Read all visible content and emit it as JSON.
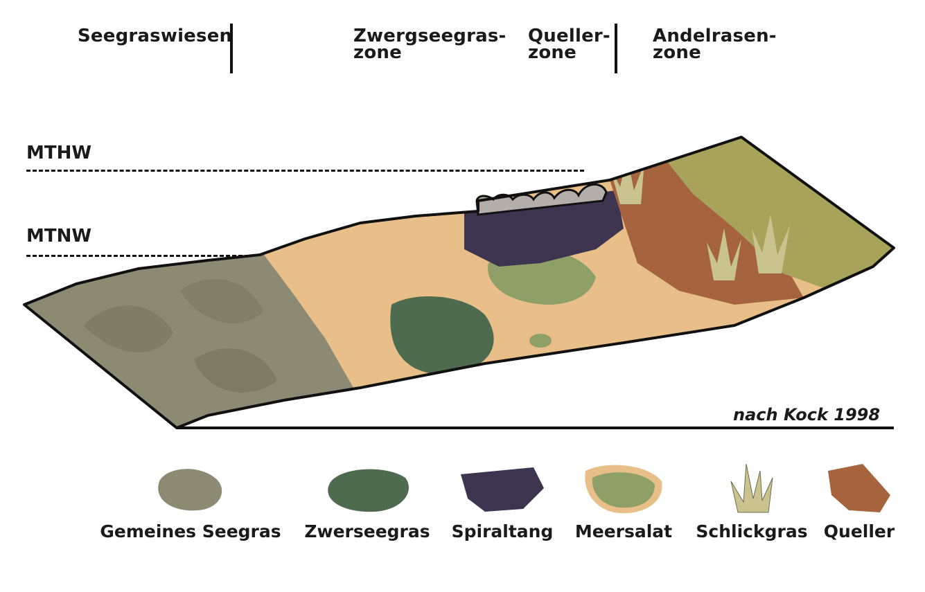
{
  "zones": [
    {
      "line1": "Seegraswiesen",
      "line2": ""
    },
    {
      "line1": "Zwergseegras-",
      "line2": "zone"
    },
    {
      "line1": "Queller-",
      "line2": "zone"
    },
    {
      "line1": "Andelrasen-",
      "line2": "zone"
    }
  ],
  "levels": {
    "high": "MTHW",
    "low": "MTNW"
  },
  "credit": "nach Kock 1998",
  "legend": [
    {
      "label": "Gemeines Seegras",
      "icon": "gemeines-seegras-swatch",
      "color": "#8d8a74"
    },
    {
      "label": "Zwerseegras",
      "icon": "zwergseegras-swatch",
      "color": "#4f6b4f"
    },
    {
      "label": "Spiraltang",
      "icon": "spiraltang-swatch",
      "color": "#3d344f"
    },
    {
      "label": "Meersalat",
      "icon": "meersalat-swatch",
      "color": "#8ea067"
    },
    {
      "label": "Schlickgras",
      "icon": "schlickgras-swatch",
      "color": "#c9c48f"
    },
    {
      "label": "Queller",
      "icon": "queller-swatch",
      "color": "#a5643d"
    }
  ],
  "colors": {
    "seegras": "#8d8a74",
    "sand": "#e8bf88",
    "zwergseegras": "#4f6b4f",
    "spiraltang": "#3d344f",
    "meersalat": "#8ea067",
    "queller": "#a5643d",
    "andelrasen": "#a8a35a",
    "outline": "#111111"
  }
}
